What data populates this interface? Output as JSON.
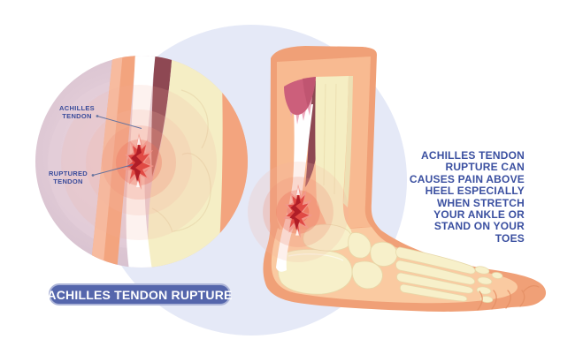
{
  "badge": {
    "label": "ACHILLES TENDON RUPTURE"
  },
  "inset": {
    "achilles_label": {
      "line1": "ACHILLES",
      "line2": "TENDON"
    },
    "ruptured_label": {
      "line1": "RUPTURED",
      "line2": "TENDON"
    }
  },
  "description": {
    "lines": [
      "ACHILLES TENDON",
      "RUPTURE CAN",
      "CAUSES PAIN ABOVE",
      "HEEL ESPECIALLY",
      "WHEN STRETCH",
      "YOUR ANKLE OR",
      "STAND ON YOUR",
      "TOES"
    ]
  },
  "colors": {
    "text_navy": "#3A4FA0",
    "badge_bg": "#5566AC",
    "badge_border": "#ACB4D8",
    "background_circle": "#E5E9F7",
    "inset_circle_mauve": "#D7C2CF",
    "skin_dark": "#F2A47B",
    "skin_light": "#FACAA1",
    "bone": "#F7F0CA",
    "muscle": "#CC5F7B",
    "deep_muscle": "#8E4853",
    "tendon": "#FFFFFF",
    "rupture_red": "#D92B31"
  }
}
